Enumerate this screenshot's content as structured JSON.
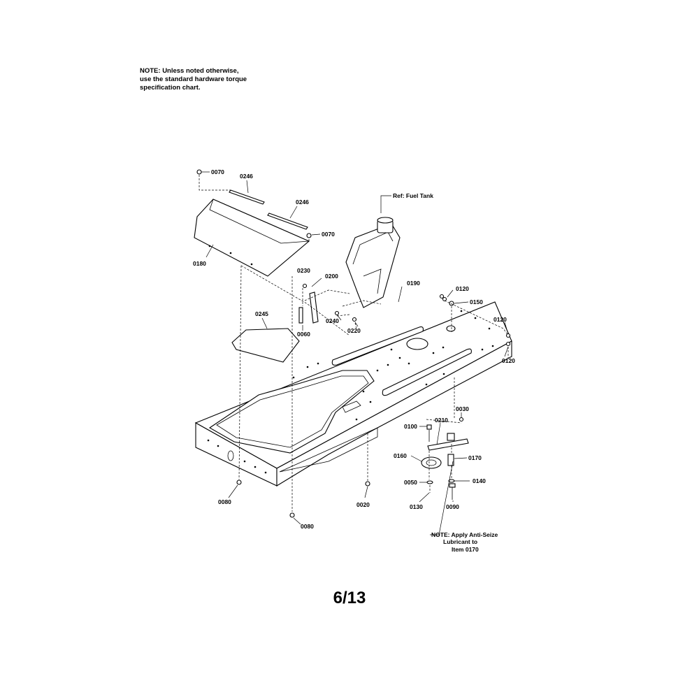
{
  "notes": {
    "torque_line1": "NOTE: Unless noted otherwise,",
    "torque_line2": "use the standard hardware torque",
    "torque_line3": "specification chart.",
    "antiseize_line1": "NOTE: Apply Anti-Seize",
    "antiseize_line2": "Lubricant to",
    "antiseize_line3": "Item 0170"
  },
  "ref_fuel_tank": "Ref: Fuel Tank",
  "page_number": "6/13",
  "callouts": {
    "c0070a": "0070",
    "c0246a": "0246",
    "c0246b": "0246",
    "c0070b": "0070",
    "c0180": "0180",
    "c0230": "0230",
    "c0200": "0200",
    "c0190": "0190",
    "c0120a": "0120",
    "c0150": "0150",
    "c0245": "0245",
    "c0060": "0060",
    "c0240": "0240",
    "c0220": "0220",
    "c0120b": "0120",
    "c0120c": "0120",
    "c0030": "0030",
    "c0100": "0100",
    "c0210": "0210",
    "c0160": "0160",
    "c0170": "0170",
    "c0050": "0050",
    "c0140": "0140",
    "c0130": "0130",
    "c0090": "0090",
    "c0080a": "0080",
    "c0020": "0020",
    "c0080b": "0080"
  }
}
